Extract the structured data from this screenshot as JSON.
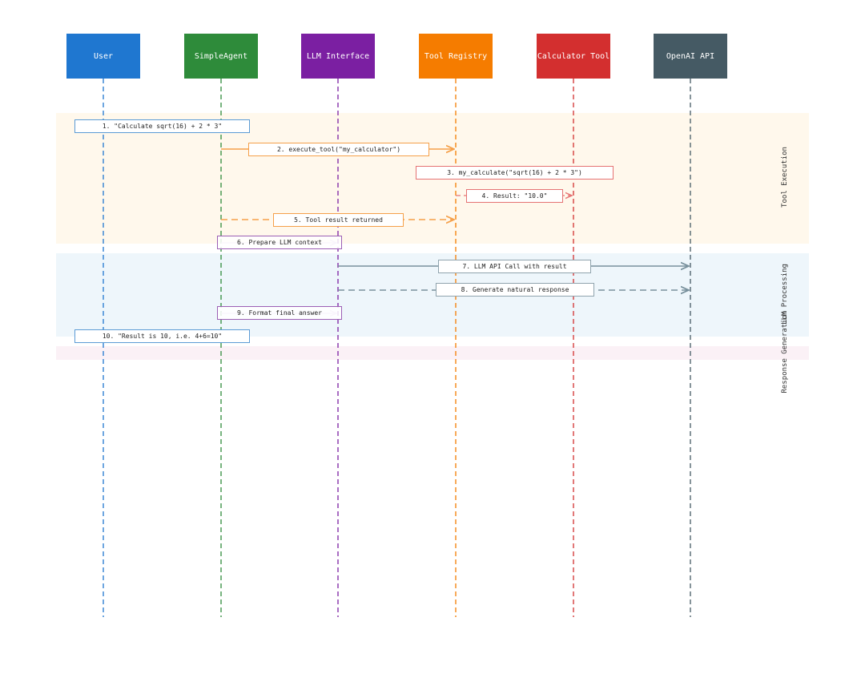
{
  "actors": [
    {
      "name": "User",
      "color": "#1f77d0"
    },
    {
      "name": "SimpleAgent",
      "color": "#2e8b3a"
    },
    {
      "name": "LLM Interface",
      "color": "#7b1fa2"
    },
    {
      "name": "Tool Registry",
      "color": "#f57c00"
    },
    {
      "name": "Calculator Tool",
      "color": "#d32f2f"
    },
    {
      "name": "OpenAI API",
      "color": "#455a64"
    }
  ],
  "phases": [
    {
      "label": "Tool Execution",
      "color": "#fff8ec"
    },
    {
      "label": "LLM Processing",
      "color": "#eef6fb"
    },
    {
      "label": "Response Generation",
      "color": "#fbf1f6"
    }
  ],
  "messages": [
    {
      "text": "1. \"Calculate sqrt(16) + 2 * 3\""
    },
    {
      "text": "2. execute_tool(\"my_calculator\")"
    },
    {
      "text": "3. my_calculate(\"sqrt(16) + 2 * 3\")"
    },
    {
      "text": "4. Result: \"10.0\""
    },
    {
      "text": "5. Tool result returned"
    },
    {
      "text": "6. Prepare LLM context"
    },
    {
      "text": "7. LLM API Call with result"
    },
    {
      "text": "8. Generate natural response"
    },
    {
      "text": "9. Format final answer"
    },
    {
      "text": "10. \"Result is 10, i.e. 4+6=10\""
    }
  ]
}
